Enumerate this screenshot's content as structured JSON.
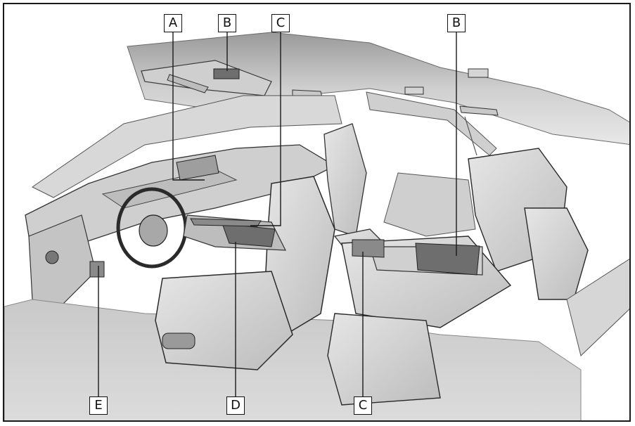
{
  "diagram": {
    "callouts": [
      {
        "id": "A",
        "label": "A"
      },
      {
        "id": "B-front",
        "label": "B"
      },
      {
        "id": "C-front",
        "label": "C"
      },
      {
        "id": "B-rear",
        "label": "B"
      },
      {
        "id": "E",
        "label": "E"
      },
      {
        "id": "D",
        "label": "D"
      },
      {
        "id": "C-rear",
        "label": "C"
      }
    ],
    "colors": {
      "line": "#1a1a1a",
      "shading": "#bdbdbd",
      "highlight": "#6e6e6e",
      "background": "#ffffff"
    }
  }
}
